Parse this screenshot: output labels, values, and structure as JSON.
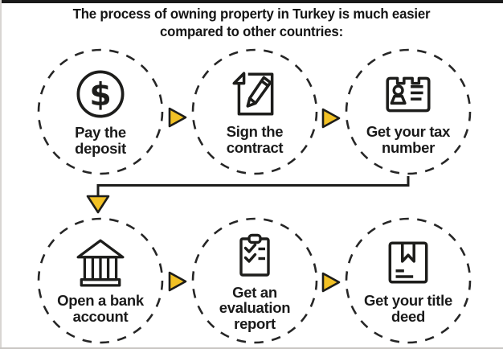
{
  "colors": {
    "accent": "#f2c125",
    "ink": "#1d1d1b",
    "background": "#ffffff"
  },
  "title": {
    "line1": "The process of owning property in Turkey is much easier",
    "line2": "compared to other countries:"
  },
  "steps": [
    {
      "label": "Pay the deposit",
      "icon": "dollar-sign-circle-icon"
    },
    {
      "label": "Sign the contract",
      "icon": "contract-pencil-icon"
    },
    {
      "label": "Get your tax number",
      "icon": "id-card-icon"
    },
    {
      "label": "Open a bank account",
      "icon": "bank-building-icon"
    },
    {
      "label": "Get an evaluation report",
      "icon": "checklist-clipboard-icon"
    },
    {
      "label": "Get your title deed",
      "icon": "package-box-icon"
    }
  ],
  "icons": {
    "dollar_glyph": "$"
  },
  "connectors": {
    "between_steps": "triangle-right-arrow-icon",
    "row_wrap": "triangle-down-arrow-icon"
  }
}
